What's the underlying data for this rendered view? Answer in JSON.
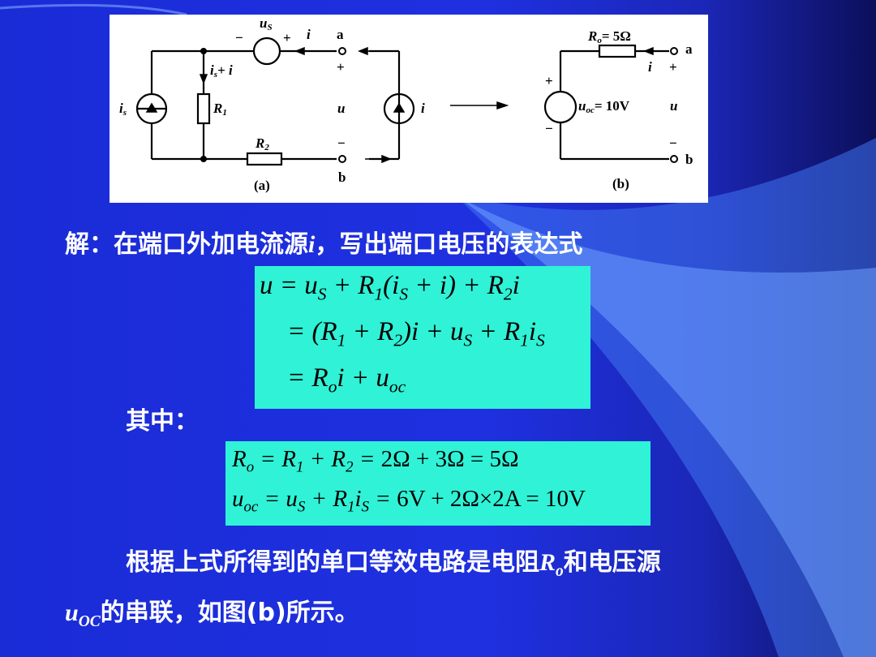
{
  "figure": {
    "a_label": "(a)",
    "b_label": "(b)",
    "us": "u",
    "us_sub": "S",
    "minus": "−",
    "plus": "+",
    "i": "i",
    "a": "a",
    "b": "b",
    "is": "i",
    "is_sub": "s",
    "is_plus_i": "+ i",
    "R1": "R",
    "R1_sub": "1",
    "R2": "R",
    "R2_sub": "2",
    "u": "u",
    "Ro_text": "R",
    "Ro_sub": "o",
    "Ro_val": "= 5Ω",
    "uoc": "u",
    "uoc_sub": "oc",
    "uoc_val": "= 10V"
  },
  "solution": {
    "line1_pre": "解：在端口外加电流源",
    "line1_i": "i",
    "line1_post": "，写出端口电压的表达式",
    "where": "其中：",
    "line3": "根据上式所得到的单口等效电路是电阻",
    "line3_R": "R",
    "line3_Rsub": "o",
    "line3_post": "和电压源",
    "line4_u": "u",
    "line4_sub": "OC",
    "line4_post": "的串联，如图(b)所示。"
  },
  "equations": {
    "eq1": "u = uS + R1(iS + i) + R2i",
    "eq2": "= (R1 + R2)i + uS + R1iS",
    "eq3": "= Roi + uoc",
    "eq4": "Ro = R1 + R2 = 2Ω + 3Ω = 5Ω",
    "eq5": "uoc = uS + R1iS = 6V + 2Ω×2A = 10V"
  }
}
